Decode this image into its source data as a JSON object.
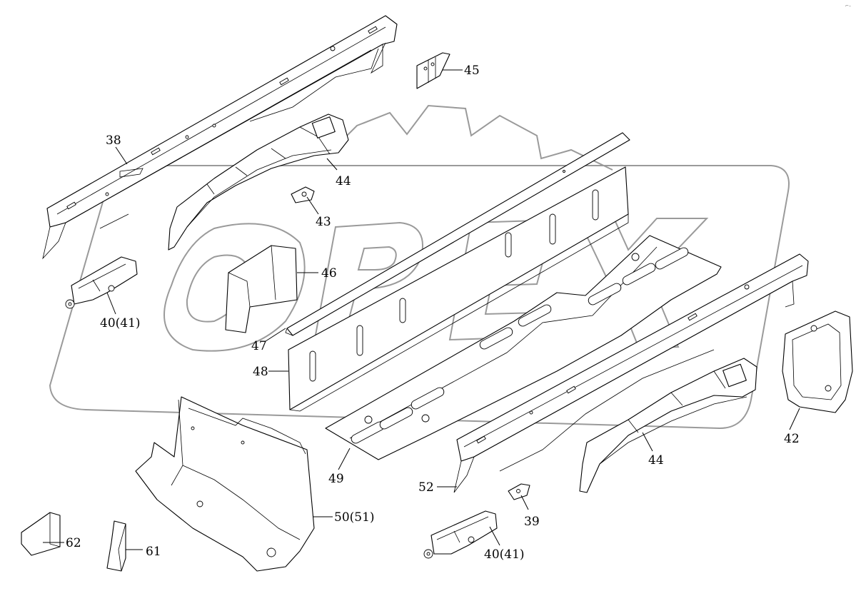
{
  "diagram": {
    "labels": {
      "p38": "38",
      "p44a": "44",
      "p45": "45",
      "p43": "43",
      "p46": "46",
      "p40a": "40(41)",
      "p47": "47",
      "p48": "48",
      "p49": "49",
      "p44b": "44",
      "p42": "42",
      "p52": "52",
      "p39": "39",
      "p50": "50(51)",
      "p40b": "40(41)",
      "p62": "62",
      "p61": "61"
    },
    "corner_mark": "⌐–"
  },
  "watermark": {
    "text": "OPEX",
    "color": "#9a9a9a"
  }
}
